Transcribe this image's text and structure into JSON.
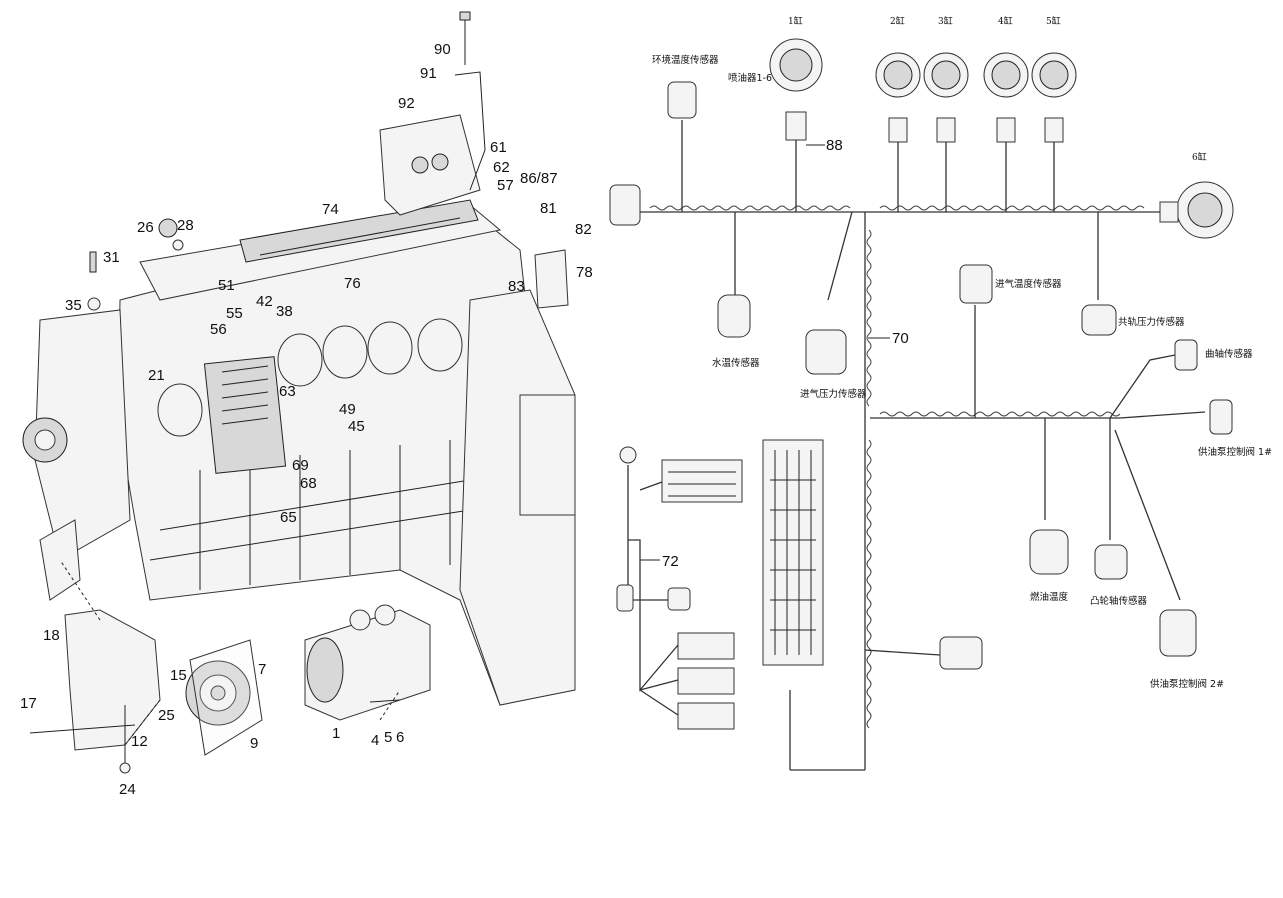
{
  "engine": {
    "part_labels": [
      "90",
      "91",
      "92",
      "61",
      "62",
      "57",
      "86/87",
      "81",
      "82",
      "78",
      "83",
      "74",
      "76",
      "26",
      "28",
      "31",
      "35",
      "51",
      "55",
      "56",
      "42",
      "38",
      "21",
      "63",
      "49",
      "45",
      "69",
      "68",
      "65",
      "18",
      "15",
      "7",
      "17",
      "25",
      "12",
      "24",
      "9",
      "1",
      "4",
      "5",
      "6"
    ]
  },
  "harness": {
    "cylinders": [
      "1缸",
      "2缸",
      "3缸",
      "4缸",
      "5缸",
      "6缸"
    ],
    "sensor_labels": {
      "ambient_temp": "环境温度传感器",
      "injector": "喷油器1-6",
      "water_temp": "水温传感器",
      "intake_pressure": "进气压力传感器",
      "intake_temp": "进气温度传感器",
      "rail_pressure": "共轨压力传感器",
      "crank": "曲轴传感器",
      "pump_valve_1": "供油泵控制阀 1#",
      "fuel_temp": "燃油温度",
      "cam": "凸轮轴传感器",
      "pump_valve_2": "供油泵控制阀 2#"
    },
    "callouts": {
      "c88": "88",
      "c70": "70",
      "c72": "72"
    }
  }
}
